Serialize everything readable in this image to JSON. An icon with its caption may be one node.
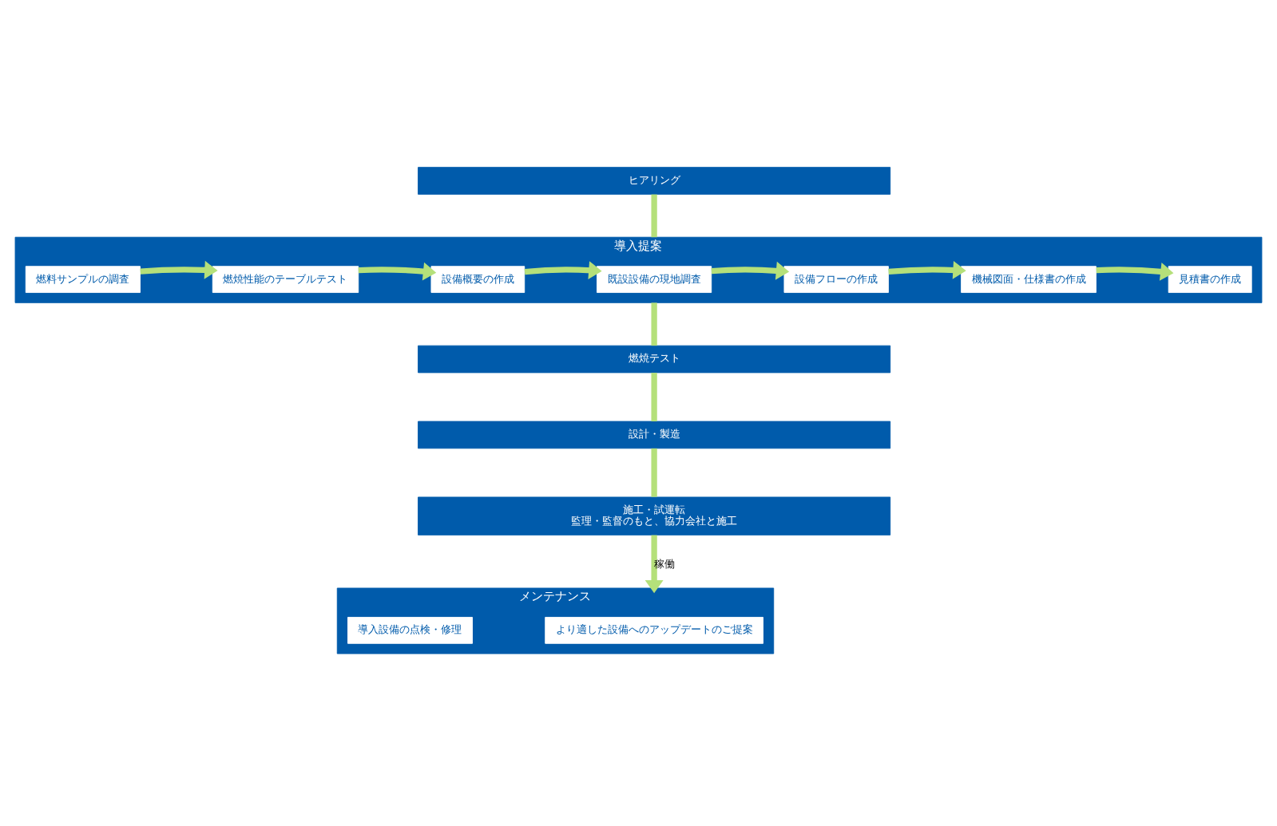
{
  "diagram": {
    "nodes": [
      {
        "text": [
          "ヒアリング"
        ]
      },
      {
        "text": [
          "導入提案"
        ]
      },
      {
        "text": [
          "燃料サンプルの調査"
        ],
        "in": 1
      },
      {
        "text": [
          "燃焼性能のテーブルテスト"
        ],
        "in": 1
      },
      {
        "text": [
          "設備概要の作成"
        ],
        "in": 1
      },
      {
        "text": [
          "既設設備の現地調査"
        ],
        "in": 1
      },
      {
        "text": [
          "設備フローの作成"
        ],
        "in": 1
      },
      {
        "text": [
          "機械図面・仕様書の作成"
        ],
        "in": 1
      },
      {
        "text": [
          "見積書の作成"
        ],
        "in": 1
      },
      {
        "text": [
          "燃焼テスト"
        ]
      },
      {
        "text": [
          "設計・製造"
        ]
      },
      {
        "text": [
          "施工・試運転",
          "監理・監督のもと、協力会社と施工"
        ]
      },
      {
        "text": [
          "メンテナンス"
        ]
      },
      {
        "text": [
          "導入設備の点検・修理"
        ],
        "in": 12
      },
      {
        "text": [
          "より適した設備へのアップデートのご提案"
        ],
        "in": 12
      }
    ],
    "edges": [
      {
        "from": 0,
        "to": 1,
        "arrow": "none"
      },
      {
        "from": 2,
        "to": 3,
        "arrow": "to"
      },
      {
        "from": 3,
        "to": 4,
        "arrow": "to"
      },
      {
        "from": 4,
        "to": 5,
        "arrow": "to"
      },
      {
        "from": 5,
        "to": 6,
        "arrow": "to"
      },
      {
        "from": 6,
        "to": 7,
        "arrow": "to"
      },
      {
        "from": 7,
        "to": 8,
        "arrow": "to"
      },
      {
        "from": 1,
        "to": 9,
        "arrow": "none"
      },
      {
        "from": 9,
        "to": 10,
        "arrow": "none"
      },
      {
        "from": 10,
        "to": 11,
        "arrow": "none"
      },
      {
        "from": 11,
        "to": 12,
        "arrow": "to",
        "label": "稼働"
      }
    ]
  }
}
